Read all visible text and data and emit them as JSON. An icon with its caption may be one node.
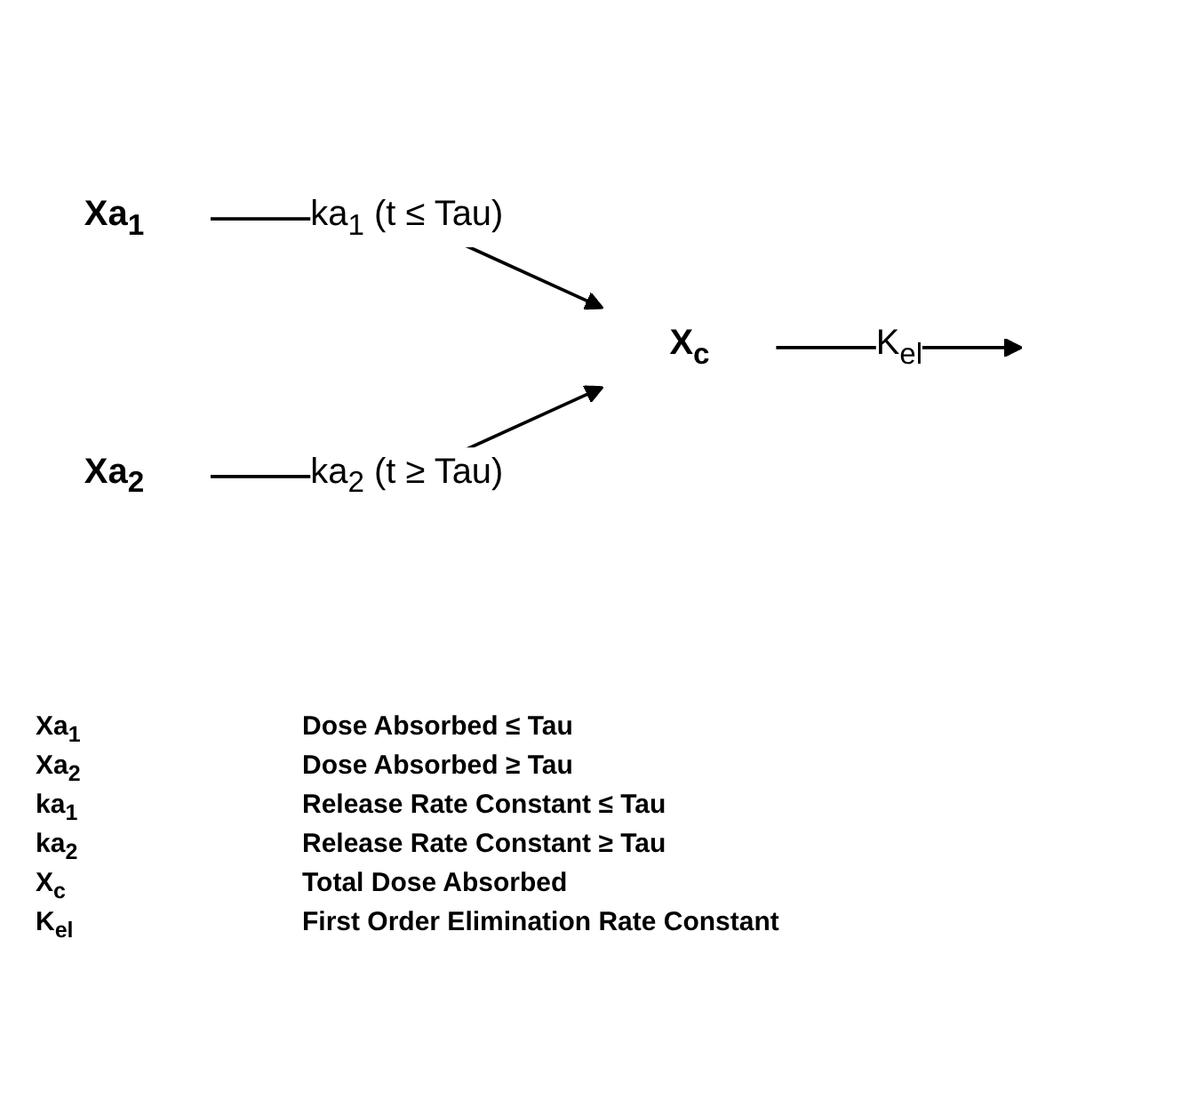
{
  "diagram": {
    "nodes": [
      {
        "text": [
          "Xa$_{1}$"
        ]
      },
      {
        "text": [
          "X$_{c}$"
        ]
      },
      {
        "text": [
          "Xa$_{2}$"
        ]
      }
    ],
    "edges": [
      {
        "from": 0,
        "to": 1,
        "arrow": "to",
        "label": "ka$_{1}$ (t ≤ Tau)"
      },
      {
        "from": 2,
        "to": 1,
        "arrow": "to",
        "label": "ka$_{2}$ (t ≥ Tau)"
      },
      {
        "from": 1,
        "to": null,
        "arrow": "to",
        "label": "K$_{el}$"
      }
    ],
    "labels": [
      "Xa$_{1}$",
      "Dose Absorbed ≤ Tau",
      "Xa$_{2}$",
      "Dose Absorbed ≥ Tau",
      "ka$_{1}$",
      "Release Rate Constant ≤ Tau",
      "ka$_{2}$",
      "Release Rate Constant ≥ Tau",
      "X$_{c}$",
      "Total Dose Absorbed",
      "K$_{el}$",
      "First Order Elimination Rate Constant"
    ]
  }
}
